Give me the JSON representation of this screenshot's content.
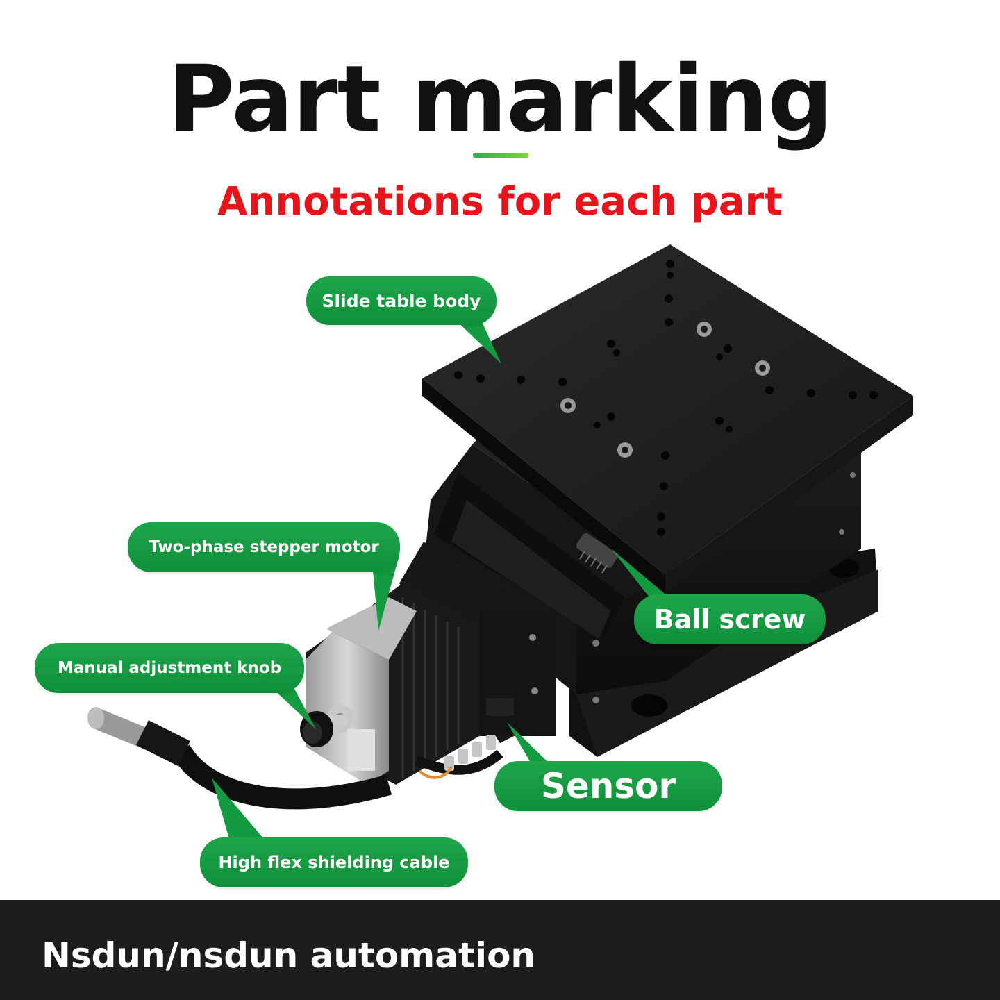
{
  "header": {
    "title": "Part marking",
    "subtitle": "Annotations for each part"
  },
  "labels": {
    "slide_table_body": "Slide table body",
    "stepper_motor": "Two-phase stepper motor",
    "adjustment_knob": "Manual adjustment knob",
    "ball_screw": "Ball screw",
    "sensor": "Sensor",
    "cable": "High flex shielding cable"
  },
  "footer": {
    "brand": "Nsdun/nsdun automation"
  },
  "colors": {
    "accent_green": "#1a9e45",
    "subtitle_red": "#e8141b",
    "footer_bg": "#1d1d1d"
  }
}
